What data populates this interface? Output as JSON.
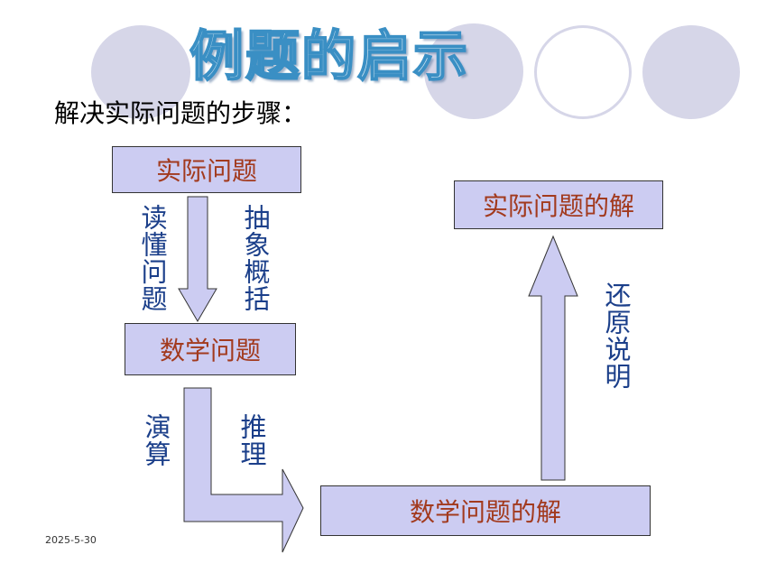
{
  "title": "例题的启示",
  "subtitle": "解决实际问题的步骤：",
  "boxes": {
    "practical_problem": "实际问题",
    "math_problem": "数学问题",
    "math_solution": "数学问题的解",
    "practical_solution": "实际问题的解"
  },
  "labels": {
    "read_understand": "读懂问题",
    "abstract_summarize": "抽象概括",
    "calculate": "演算",
    "reason": "推理",
    "restore_explain": "还原说明"
  },
  "date": "2025-5-30",
  "colors": {
    "box_fill": "#ccccf2",
    "box_text": "#a23a1e",
    "label_text": "#1b3f8a",
    "arrow_fill": "#ccccf2",
    "decor_circle": "#d6d6e8"
  }
}
